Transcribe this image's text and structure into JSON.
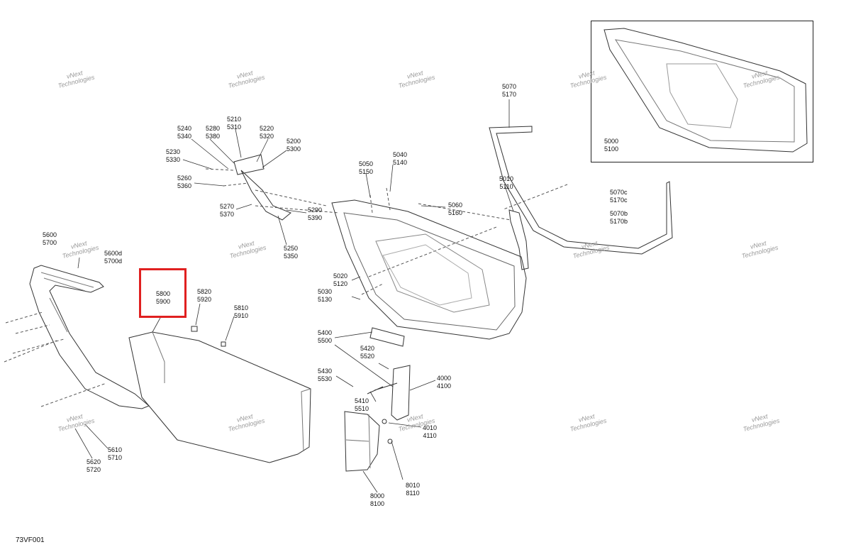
{
  "diagram": {
    "figure_id": "73VF001",
    "inset_labels": [
      "5000",
      "5100"
    ],
    "labels": [
      {
        "id": "l5070",
        "lines": [
          "5070",
          "5170"
        ]
      },
      {
        "id": "l5210",
        "lines": [
          "5210",
          "5310"
        ]
      },
      {
        "id": "l5240",
        "lines": [
          "5240",
          "5340"
        ]
      },
      {
        "id": "l5280",
        "lines": [
          "5280",
          "5380"
        ]
      },
      {
        "id": "l5220",
        "lines": [
          "5220",
          "5320"
        ]
      },
      {
        "id": "l5200",
        "lines": [
          "5200",
          "5300"
        ]
      },
      {
        "id": "l5230",
        "lines": [
          "5230",
          "5330"
        ]
      },
      {
        "id": "l5040",
        "lines": [
          "5040",
          "5140"
        ]
      },
      {
        "id": "l5050",
        "lines": [
          "5050",
          "5150"
        ]
      },
      {
        "id": "l5260",
        "lines": [
          "5260",
          "5360"
        ]
      },
      {
        "id": "l5010",
        "lines": [
          "5010",
          "5110"
        ]
      },
      {
        "id": "l5070c",
        "lines": [
          "5070c",
          "5170c"
        ]
      },
      {
        "id": "l5060",
        "lines": [
          "5060",
          "5160"
        ]
      },
      {
        "id": "l5270",
        "lines": [
          "5270",
          "5370"
        ]
      },
      {
        "id": "l5290",
        "lines": [
          "5290",
          "5390"
        ]
      },
      {
        "id": "l5070b",
        "lines": [
          "5070b",
          "5170b"
        ]
      },
      {
        "id": "l5600",
        "lines": [
          "5600",
          "5700"
        ]
      },
      {
        "id": "l5250",
        "lines": [
          "5250",
          "5350"
        ]
      },
      {
        "id": "l5600d",
        "lines": [
          "5600d",
          "5700d"
        ]
      },
      {
        "id": "l5020",
        "lines": [
          "5020",
          "5120"
        ]
      },
      {
        "id": "l5800",
        "lines": [
          "5800",
          "5900"
        ]
      },
      {
        "id": "l5820",
        "lines": [
          "5820",
          "5920"
        ]
      },
      {
        "id": "l5030",
        "lines": [
          "5030",
          "5130"
        ]
      },
      {
        "id": "l5810",
        "lines": [
          "5810",
          "5910"
        ]
      },
      {
        "id": "l5400",
        "lines": [
          "5400",
          "5500"
        ]
      },
      {
        "id": "l5420",
        "lines": [
          "5420",
          "5520"
        ]
      },
      {
        "id": "l4000",
        "lines": [
          "4000",
          "4100"
        ]
      },
      {
        "id": "l5430",
        "lines": [
          "5430",
          "5530"
        ]
      },
      {
        "id": "l5410",
        "lines": [
          "5410",
          "5510"
        ]
      },
      {
        "id": "l4010",
        "lines": [
          "4010",
          "4110"
        ]
      },
      {
        "id": "l5610",
        "lines": [
          "5610",
          "5710"
        ]
      },
      {
        "id": "l5620",
        "lines": [
          "5620",
          "5720"
        ]
      },
      {
        "id": "l8010",
        "lines": [
          "8010",
          "8110"
        ]
      },
      {
        "id": "l8000",
        "lines": [
          "8000",
          "8100"
        ]
      }
    ],
    "watermark": [
      "vNext",
      "Technologies"
    ],
    "highlight_color": "#e02020"
  }
}
